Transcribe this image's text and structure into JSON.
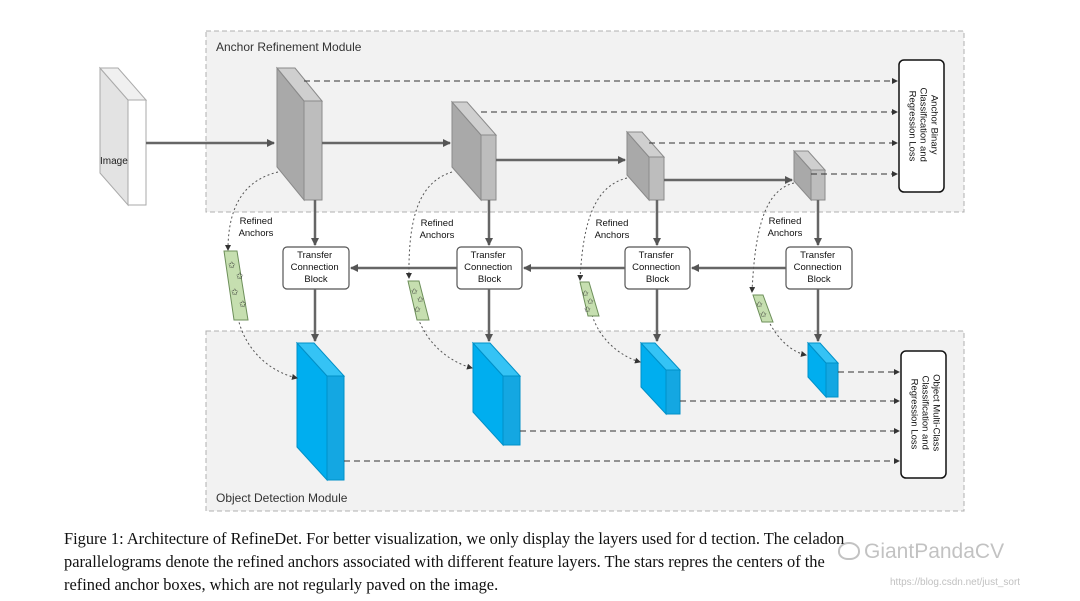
{
  "modules": {
    "arm_label": "Anchor Refinement Module",
    "odm_label": "Object Detection Module"
  },
  "input_label": "Image",
  "arm_loss_lines": [
    "Anchor Binary",
    "Classification and",
    "Regression Loss"
  ],
  "odm_loss_lines": [
    "Object Multi-Class",
    "Classification and",
    "Regression Loss"
  ],
  "tcb_lines": [
    "Transfer",
    "Connection",
    "Block"
  ],
  "refined_anchors_lines": [
    "Refined",
    "Anchors"
  ],
  "caption_lines": [
    "Figure 1: Architecture of RefineDet. For better visualization, we only display the layers used for d tection. The celadon",
    "parallelograms denote the refined anchors associated with different feature layers. The stars repres  the centers of the",
    "refined anchor boxes, which are not regularly paved on the image."
  ],
  "watermark": {
    "brand": "GiantPandaCV",
    "url": "https://blog.csdn.net/just_sort"
  },
  "colors": {
    "arm_layer": "#b9b9b9",
    "odm_layer": "#00aeef",
    "anchor_fill": "#c6dfb0",
    "module_bg": "#f2f2f2"
  }
}
